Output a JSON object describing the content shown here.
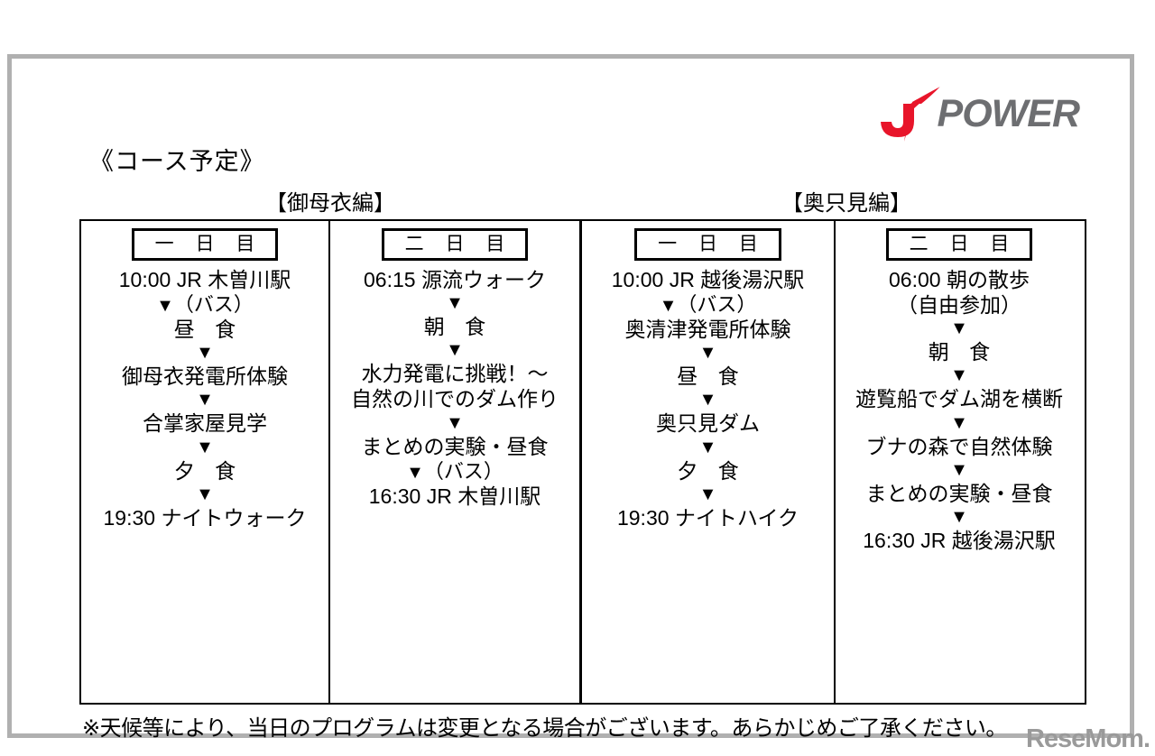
{
  "document": {
    "course_title": "《コース予定》",
    "footnote": "※天候等により、当日のプログラムは変更となる場合がございます。あらかじめご了承ください。"
  },
  "logo": {
    "mark": "j-swoosh-icon",
    "word": "POWER",
    "mark_color": "#e8152a",
    "word_color": "#6d6e71"
  },
  "watermark": {
    "text": "ReseMom.",
    "color": "#9a9a9a"
  },
  "sections": [
    {
      "title": "【御母衣編】"
    },
    {
      "title": "【奥只見編】"
    }
  ],
  "columns": [
    {
      "day_label": "一 日 目",
      "steps": [
        {
          "type": "item",
          "text": "10:00 JR 木曽川駅"
        },
        {
          "type": "arrow",
          "text": "▼（バス）"
        },
        {
          "type": "item",
          "text": "昼 食",
          "spaced": true
        },
        {
          "type": "arrow",
          "text": "▼"
        },
        {
          "type": "item",
          "text": "御母衣発電所体験"
        },
        {
          "type": "arrow",
          "text": "▼"
        },
        {
          "type": "item",
          "text": "合掌家屋見学"
        },
        {
          "type": "arrow",
          "text": "▼"
        },
        {
          "type": "item",
          "text": "夕 食",
          "spaced": true
        },
        {
          "type": "arrow",
          "text": "▼"
        },
        {
          "type": "item",
          "text": "19:30 ナイトウォーク"
        }
      ]
    },
    {
      "day_label": "二 日 目",
      "steps": [
        {
          "type": "item",
          "text": "06:15 源流ウォーク"
        },
        {
          "type": "arrow",
          "text": "▼"
        },
        {
          "type": "item",
          "text": "朝 食",
          "spaced": true
        },
        {
          "type": "arrow",
          "text": "▼"
        },
        {
          "type": "item",
          "text": "水力発電に挑戦！～"
        },
        {
          "type": "item",
          "text": "自然の川でのダム作り"
        },
        {
          "type": "arrow",
          "text": "▼"
        },
        {
          "type": "item",
          "text": "まとめの実験・昼食"
        },
        {
          "type": "arrow",
          "text": "▼（バス）"
        },
        {
          "type": "item",
          "text": "16:30 JR 木曽川駅"
        }
      ]
    },
    {
      "day_label": "一 日 目",
      "steps": [
        {
          "type": "item",
          "text": "10:00 JR 越後湯沢駅"
        },
        {
          "type": "arrow",
          "text": "▼（バス）"
        },
        {
          "type": "item",
          "text": "奥清津発電所体験"
        },
        {
          "type": "arrow",
          "text": "▼"
        },
        {
          "type": "item",
          "text": "昼 食",
          "spaced": true
        },
        {
          "type": "arrow",
          "text": "▼"
        },
        {
          "type": "item",
          "text": "奥只見ダム"
        },
        {
          "type": "arrow",
          "text": "▼"
        },
        {
          "type": "item",
          "text": "夕 食",
          "spaced": true
        },
        {
          "type": "arrow",
          "text": "▼"
        },
        {
          "type": "item",
          "text": "19:30 ナイトハイク"
        }
      ]
    },
    {
      "day_label": "二 日 目",
      "steps": [
        {
          "type": "item",
          "text": "06:00 朝の散歩"
        },
        {
          "type": "item",
          "text": "（自由参加）"
        },
        {
          "type": "arrow",
          "text": "▼"
        },
        {
          "type": "item",
          "text": "朝 食",
          "spaced": true
        },
        {
          "type": "arrow",
          "text": "▼"
        },
        {
          "type": "item",
          "text": "遊覧船でダム湖を横断"
        },
        {
          "type": "arrow",
          "text": "▼"
        },
        {
          "type": "item",
          "text": "ブナの森で自然体験"
        },
        {
          "type": "arrow",
          "text": "▼"
        },
        {
          "type": "item",
          "text": "まとめの実験・昼食"
        },
        {
          "type": "arrow",
          "text": "▼"
        },
        {
          "type": "item",
          "text": "16:30 JR 越後湯沢駅"
        }
      ]
    }
  ]
}
